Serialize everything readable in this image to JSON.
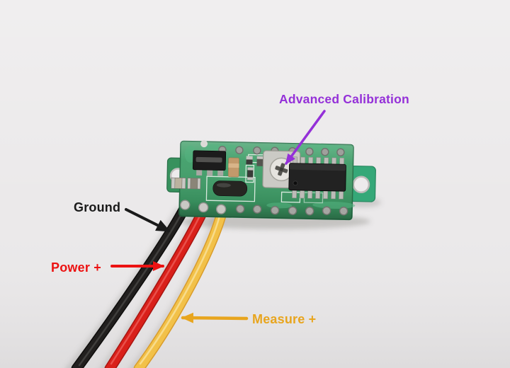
{
  "photo": {
    "background_color": "#EBE9EA",
    "pcb_color": "#3F9E68",
    "description": "Mini green PCB voltmeter module with trimmer potentiometer, SOIC-14 chip and three soldered lead wires on a white surface"
  },
  "annotations": {
    "calibration": {
      "label": "Advanced Calibration",
      "color": "#9430D8"
    },
    "ground": {
      "label": "Ground",
      "color": "#1A1A1A"
    },
    "power": {
      "label": "Power +",
      "color": "#EC1212"
    },
    "measure": {
      "label": "Measure +",
      "color": "#E8A51E"
    }
  },
  "wires": {
    "ground": {
      "color": "#211F1E",
      "edge": "#0D0C0B"
    },
    "power": {
      "color": "#D9201A",
      "edge": "#A81410"
    },
    "measure": {
      "color": "#F2C149",
      "edge": "#D99C2B"
    }
  }
}
